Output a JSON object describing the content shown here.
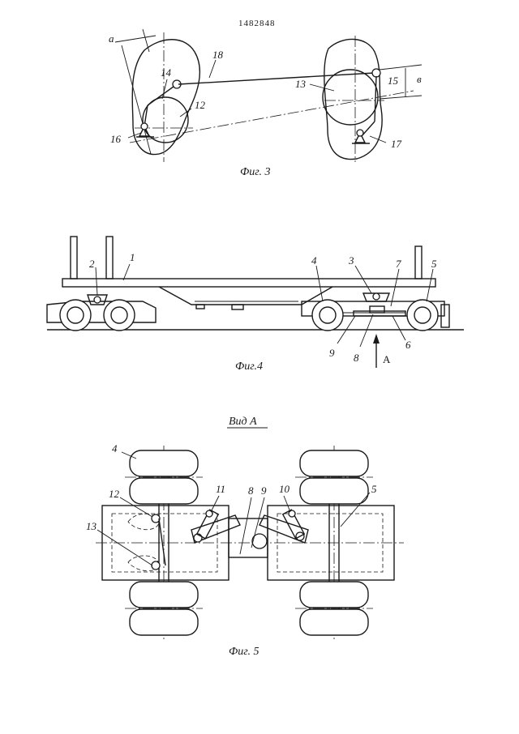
{
  "document": {
    "number": "1482848"
  },
  "figures": {
    "fig3": {
      "caption": "Фиг. 3",
      "labels": {
        "a": "a",
        "l14": "14",
        "l18": "18",
        "l12": "12",
        "l16": "16",
        "l13": "13",
        "l15": "15",
        "b": "в",
        "l17": "17"
      }
    },
    "fig4": {
      "caption": "Фиг.4",
      "labels": {
        "l1": "1",
        "l2": "2",
        "l3": "3",
        "l4": "4",
        "l5": "5",
        "l6": "6",
        "l7": "7",
        "l8": "8",
        "l9": "9",
        "A": "A"
      }
    },
    "fig5": {
      "view_title": "Вид А",
      "caption": "Фиг. 5",
      "labels": {
        "l4": "4",
        "l5": "5",
        "l8": "8",
        "l9": "9",
        "l10": "10",
        "l11": "11",
        "l12": "12",
        "l13": "13"
      }
    }
  }
}
